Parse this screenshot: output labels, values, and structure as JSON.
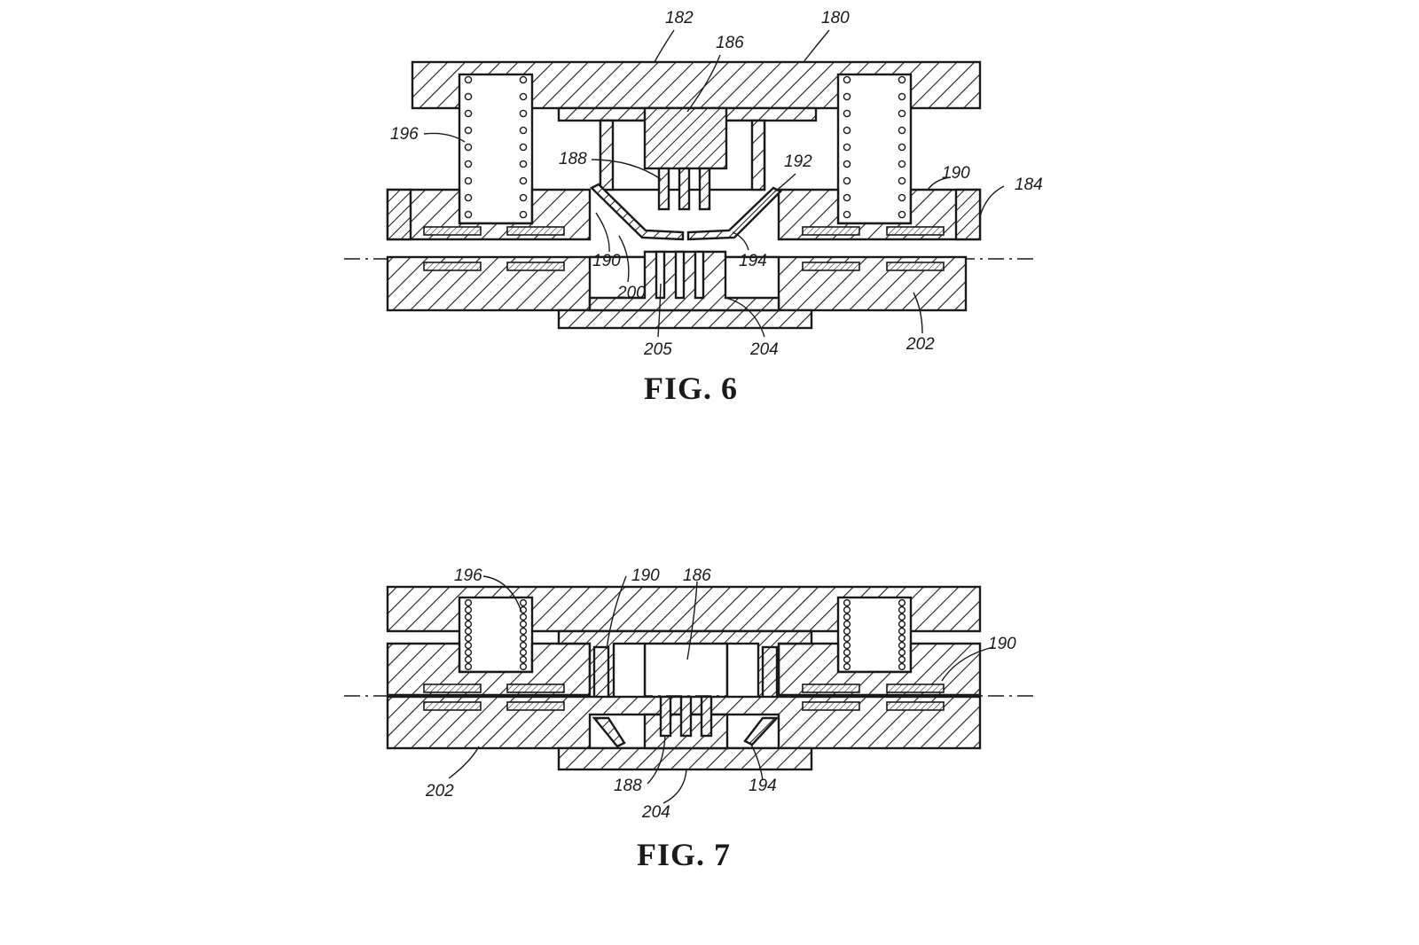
{
  "figures": [
    {
      "id": "fig6",
      "title": "FIG. 6",
      "refs": {
        "r182": "182",
        "r180": "180",
        "r186": "186",
        "r196": "196",
        "r188": "188",
        "r192": "192",
        "r190a": "190",
        "r184": "184",
        "r190b": "190",
        "r194": "194",
        "r200": "200",
        "r205": "205",
        "r204": "204",
        "r202": "202"
      }
    },
    {
      "id": "fig7",
      "title": "FIG. 7",
      "refs": {
        "r196": "196",
        "r190a": "190",
        "r186": "186",
        "r190b": "190",
        "r202": "202",
        "r188": "188",
        "r204": "204",
        "r194": "194"
      }
    }
  ],
  "colors": {
    "ink": "#1a1a1a",
    "paper": "#ffffff"
  }
}
